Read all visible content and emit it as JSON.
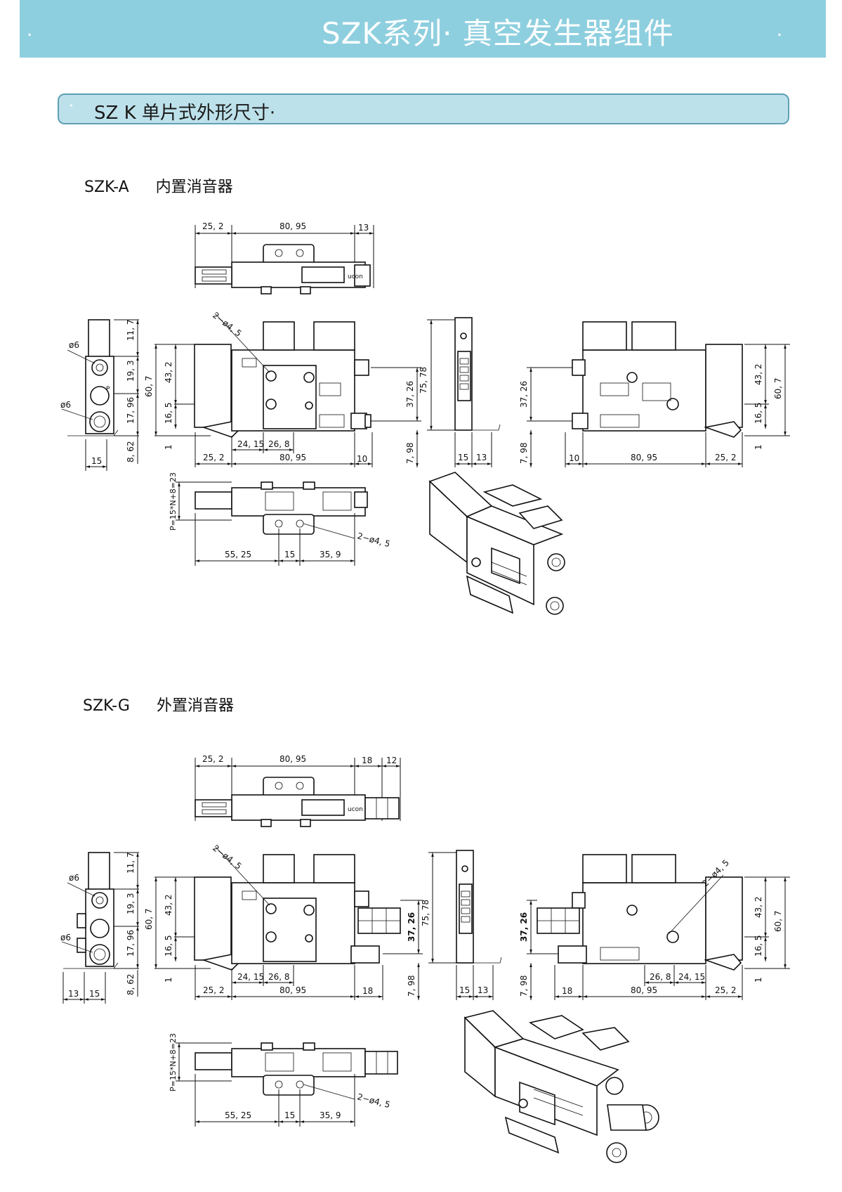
{
  "banner": {
    "title": "SZK系列·  真空发生器组件",
    "left_dot": ".",
    "right_dot": "."
  },
  "section": {
    "title": "SZ K 单片式外形尺寸",
    "left_dot": "·",
    "right_dot": "·"
  },
  "models": [
    {
      "code": "SZK-A",
      "description": "内置消音器",
      "dims": {
        "top_left": "25, 2",
        "top_mid": "80, 95",
        "top_right": "13",
        "side_11": "11, 7",
        "side_19": "19, 3",
        "side_17": "17, 96",
        "side_8": "8, 62",
        "phi6_a": "ø6",
        "phi6_b": "ø6",
        "side_w": "15",
        "front_60": "60, 7",
        "front_43": "43, 2",
        "front_16": "16, 5",
        "front_1": "1",
        "front_hole": "2−ø4, 5",
        "front_2415": "24, 15",
        "front_268": "26, 8",
        "front_252": "25, 2",
        "front_8095": "80, 95",
        "front_10": "10",
        "front_3726": "37, 26",
        "front_798": "7, 98",
        "end_7578": "75, 78",
        "end_15": "15",
        "end_13": "13",
        "rear_3726": "37, 26",
        "rear_798": "7, 98",
        "rear_10": "10",
        "rear_8095": "80, 95",
        "rear_252": "25, 2",
        "rear_432": "43, 2",
        "rear_607": "60, 7",
        "rear_165": "16, 5",
        "rear_1": "1",
        "bottom_pitch": "P=15*N+8=23",
        "bottom_hole": "2−ø4, 5",
        "bottom_5525": "55, 25",
        "bottom_15": "15",
        "bottom_359": "35, 9",
        "label_tag": "ucon",
        "p_mark": "P"
      }
    },
    {
      "code": "SZK-G",
      "description": "外置消音器",
      "dims": {
        "top_left": "25, 2",
        "top_mid": "80, 95",
        "top_right": "18",
        "top_right2": "12",
        "side_11": "11, 7",
        "side_19": "19, 3",
        "side_17": "17, 96",
        "side_8": "8, 62",
        "phi6_a": "ø6",
        "phi6_b": "ø6",
        "side_w": "15",
        "side_w2": "13",
        "front_60": "60, 7",
        "front_43": "43, 2",
        "front_16": "16, 5",
        "front_1": "1",
        "front_hole": "2−ø4, 5",
        "front_2415": "24, 15",
        "front_268": "26, 8",
        "front_252": "25, 2",
        "front_8095": "80, 95",
        "front_18": "18",
        "front_3726": "37, 26",
        "front_798": "7, 98",
        "end_7578": "75, 78",
        "end_15": "15",
        "end_13": "13",
        "rear_hole": "2−ø4, 5",
        "rear_3726": "37, 26",
        "rear_798": "7, 98",
        "rear_18": "18",
        "rear_8095": "80, 95",
        "rear_252": "25, 2",
        "rear_268": "26, 8",
        "rear_2415": "24, 15",
        "rear_432": "43, 2",
        "rear_607": "60, 7",
        "rear_165": "16, 5",
        "rear_1": "1",
        "bottom_pitch": "P=15*N+8=23",
        "bottom_hole": "2−ø4, 5",
        "bottom_5525": "55, 25",
        "bottom_15": "15",
        "bottom_359": "35, 9",
        "label_tag": "ucon"
      }
    }
  ]
}
